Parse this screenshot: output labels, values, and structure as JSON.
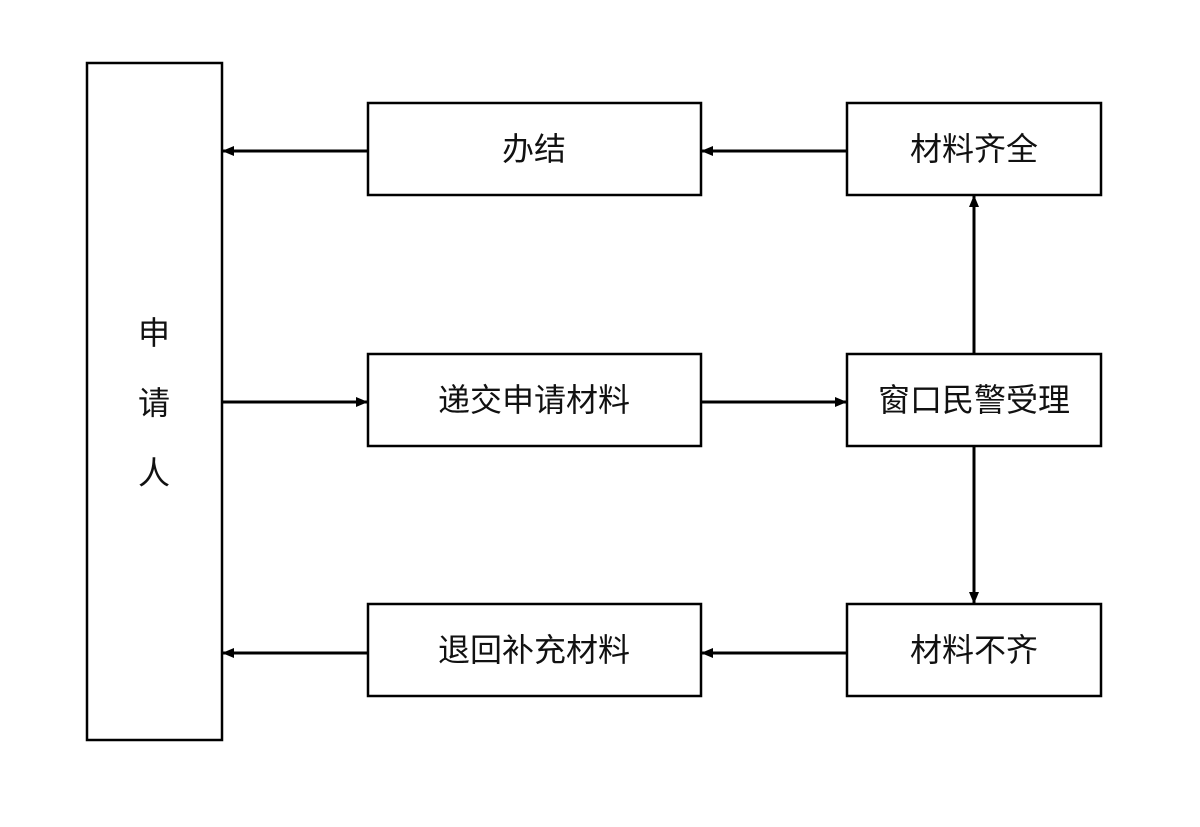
{
  "colors": {
    "stroke": "#000000",
    "background": "#ffffff",
    "text": "#111111"
  },
  "nodes": {
    "applicant": {
      "chars": [
        "申",
        "请",
        "人"
      ]
    },
    "submit": {
      "label": "递交申请材料"
    },
    "window_police": {
      "label": "窗口民警受理"
    },
    "complete": {
      "label": "材料齐全"
    },
    "incomplete": {
      "label": "材料不齐"
    },
    "finish": {
      "label": "办结"
    },
    "return": {
      "label": "退回补充材料"
    }
  },
  "edges": [
    {
      "from": "applicant",
      "to": "submit"
    },
    {
      "from": "submit",
      "to": "window_police"
    },
    {
      "from": "window_police",
      "to": "complete"
    },
    {
      "from": "window_police",
      "to": "incomplete"
    },
    {
      "from": "complete",
      "to": "finish"
    },
    {
      "from": "finish",
      "to": "applicant"
    },
    {
      "from": "incomplete",
      "to": "return"
    },
    {
      "from": "return",
      "to": "applicant"
    }
  ]
}
